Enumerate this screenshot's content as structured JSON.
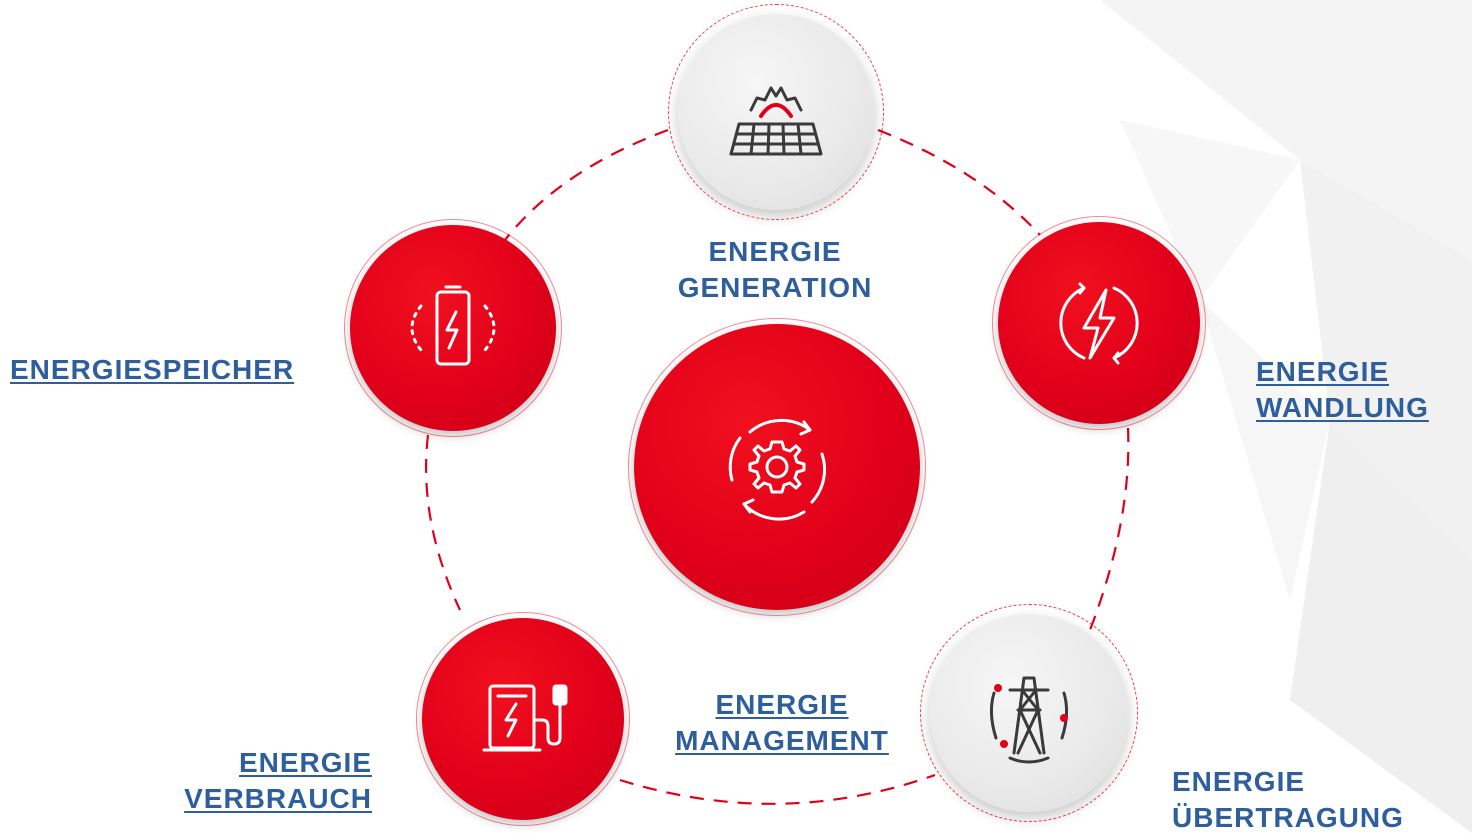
{
  "nodes": {
    "generation": {
      "lines": [
        "ENERGIE",
        "GENERATION"
      ],
      "linked": false,
      "icon": "solar-panel-icon",
      "style": "grey"
    },
    "storage": {
      "lines": [
        "ENERGIESPEICHER"
      ],
      "linked": true,
      "icon": "battery-charging-icon",
      "style": "red"
    },
    "conversion": {
      "lines": [
        "ENERGIE",
        "WANDLUNG "
      ],
      "linked": true,
      "icon": "lightning-cycle-icon",
      "style": "red"
    },
    "management": {
      "lines": [
        "ENERGIE",
        "MANAGEMENT"
      ],
      "linked": true,
      "icon": "gear-cycle-icon",
      "style": "red"
    },
    "consumption": {
      "lines": [
        "ENERGIE",
        "VERBRAUCH"
      ],
      "linked": true,
      "icon": "charging-station-icon",
      "style": "red"
    },
    "transmission": {
      "lines": [
        "ENERGIE",
        "ÜBERTRAGUNG"
      ],
      "linked": false,
      "icon": "power-tower-icon",
      "style": "grey"
    }
  },
  "colors": {
    "accent_red": "#e1001a",
    "label_blue": "#2e5e9c",
    "node_grey": "#e9e9e9"
  }
}
